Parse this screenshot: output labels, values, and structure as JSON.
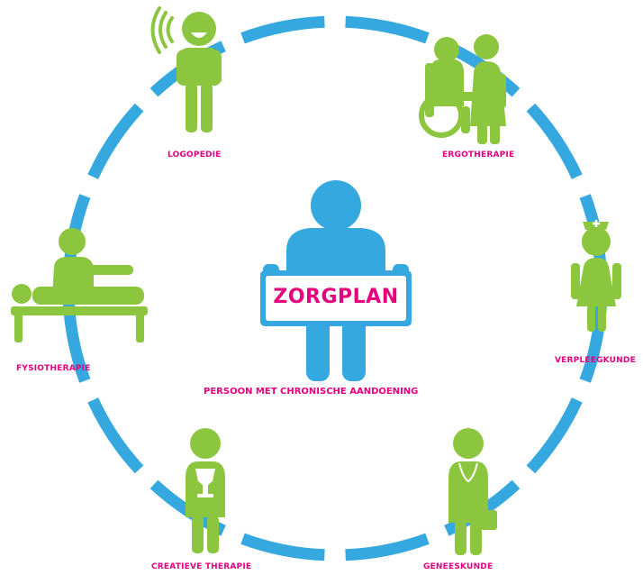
{
  "colors": {
    "ring": "#35a8e0",
    "figure": "#8cc63f",
    "person": "#35a8e0",
    "label": "#e6007e",
    "board_border": "#35a8e0",
    "board_text": "#e6007e"
  },
  "center": {
    "board_text": "ZORGPLAN",
    "label": "PERSOON MET CHRONISCHE AANDOENING"
  },
  "disciplines": {
    "logopedie": "LOGOPEDIE",
    "ergotherapie": "ERGOTHERAPIE",
    "verpleegkunde": "VERPLEEGKUNDE",
    "geneeskunde": "GENEESKUNDE",
    "creatieve_therapie": "CREATIEVE THERAPIE",
    "fysiotherapie": "FYSIOTHERAPIE"
  }
}
